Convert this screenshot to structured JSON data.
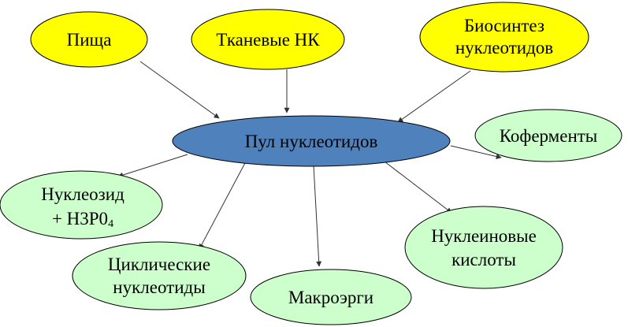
{
  "colors": {
    "source": "#ffff00",
    "center": "#4f81bd",
    "product": "#ccffcc",
    "stroke": "#000000",
    "arrow": "#333333"
  },
  "nodes": {
    "pishcha": {
      "label": "Пища"
    },
    "tkanevye": {
      "label": "Тканевые НК"
    },
    "biosintez": {
      "line1": "Биосинтез",
      "line2": "нуклеотидов"
    },
    "pul": {
      "label": "Пул нуклеотидов"
    },
    "koferменты": {
      "label": "Коферменты"
    },
    "nukleozid": {
      "line1": "Нуклеозид",
      "line2_main": "+ Н3Р0",
      "line2_sub": "4"
    },
    "ciklicheskie": {
      "line1": "Циклические",
      "line2": "нуклеотиды"
    },
    "makroergi": {
      "label": "Макроэрги"
    },
    "nukleinovye": {
      "line1": "Нуклеиновые",
      "line2": "кислоты"
    }
  }
}
